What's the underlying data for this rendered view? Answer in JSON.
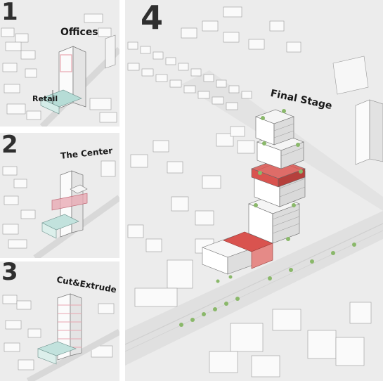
{
  "panels": [
    {
      "number": "1",
      "labels": {
        "offices": "Offices",
        "retail": "Retail"
      }
    },
    {
      "number": "2",
      "labels": {
        "center": "The Center"
      }
    },
    {
      "number": "3",
      "labels": {
        "cut": "Cut&Extrude"
      }
    },
    {
      "number": "4",
      "labels": {
        "final": "Final Stage"
      }
    }
  ],
  "colors": {
    "accent_red": "#d9534f",
    "pink_volume": "#e8a6b0",
    "teal_retail": "#b6dcd6",
    "ground": "#ececec",
    "block": "#fafafa",
    "shadow": "#cfcfcf"
  }
}
